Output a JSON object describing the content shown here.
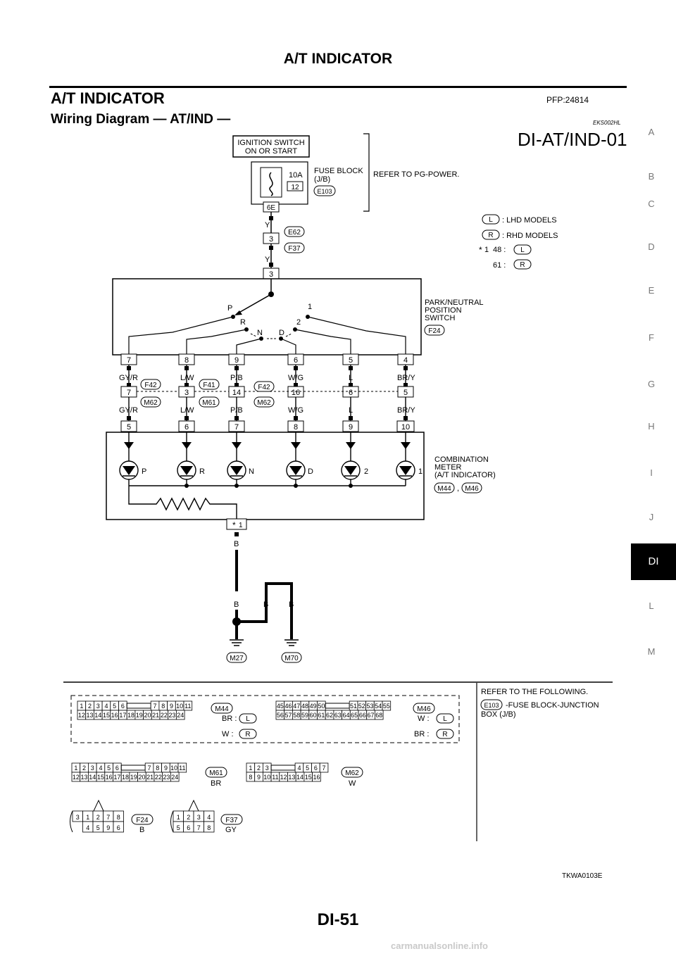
{
  "header": {
    "title": "A/T INDICATOR"
  },
  "section": {
    "title": "A/T INDICATOR",
    "pfp": "PFP:24814"
  },
  "subsection": {
    "title": "Wiring Diagram — AT/IND —",
    "code": "EKS002HL"
  },
  "diagram": {
    "id": "DI-AT/IND-01",
    "ignition": {
      "line1": "IGNITION SWITCH",
      "line2": "ON OR START"
    },
    "fuse": {
      "rating": "10A",
      "number": "12",
      "block_line1": "FUSE BLOCK",
      "block_line2": "(J/B)",
      "connector": "E103",
      "terminal": "6E",
      "refer": "REFER TO PG-POWER."
    },
    "legend": {
      "lhd_tag": "L",
      "lhd": ": LHD MODELS",
      "rhd_tag": "R",
      "rhd": ": RHD MODELS",
      "star_label": "1",
      "star_48": "48 :",
      "star_48_tag": "L",
      "star_61": "61 :",
      "star_61_tag": "R"
    },
    "upper": {
      "wire1": "Y",
      "term1": "3",
      "conn1": "E62",
      "conn2": "F37",
      "wire2": "Y",
      "term2": "3"
    },
    "pnp_switch": {
      "line1": "PARK/NEUTRAL",
      "line2": "POSITION",
      "line3": "SWITCH",
      "connector": "F24",
      "pos_p": "P",
      "pos_1": "1",
      "pos_r": "R",
      "pos_2": "2",
      "pos_n": "N",
      "pos_d": "D"
    },
    "switch_terminals": [
      "7",
      "8",
      "9",
      "6",
      "5",
      "4"
    ],
    "wires_top": [
      "GY/R",
      "L/W",
      "P/B",
      "W/G",
      "L",
      "BR/Y"
    ],
    "mid_terminals": [
      "7",
      "3",
      "14",
      "16",
      "6",
      "5"
    ],
    "mid_connectors": {
      "f42a": "F42",
      "m62a": "M62",
      "f41": "F41",
      "m61": "M61",
      "f42b": "F42",
      "m62b": "M62"
    },
    "wires_bottom": [
      "GY/R",
      "L/W",
      "P/B",
      "W/G",
      "L",
      "BR/Y"
    ],
    "meter_terminals": [
      "5",
      "6",
      "7",
      "8",
      "9",
      "10"
    ],
    "leds": [
      "P",
      "R",
      "N",
      "D",
      "2",
      "1"
    ],
    "meter": {
      "line1": "COMBINATION",
      "line2": "METER",
      "line3": "(A/T INDICATOR)",
      "conn1": "M44",
      "conn2": "M46",
      "sep": ",",
      "star_term": "1"
    },
    "ground": {
      "wire_top": "B",
      "wire_left": "B",
      "wire_mid": "B",
      "wire_right": "B",
      "gnd1": "M27",
      "gnd2": "M70"
    }
  },
  "connectors": {
    "refer": {
      "line1": "REFER TO THE FOLLOWING.",
      "conn": "E103",
      "line2": "-FUSE BLOCK-JUNCTION",
      "line3": "BOX (J/B)"
    },
    "m44": {
      "label": "M44",
      "row1": [
        "1",
        "2",
        "3",
        "4",
        "5",
        "6",
        "7",
        "8",
        "9",
        "10",
        "11"
      ],
      "row2": [
        "12",
        "13",
        "14",
        "15",
        "16",
        "17",
        "18",
        "19",
        "20",
        "21",
        "22",
        "23",
        "24"
      ],
      "br": "BR :",
      "br_tag": "L",
      "w": "W :",
      "w_tag": "R"
    },
    "m46": {
      "label": "M46",
      "row1": [
        "45",
        "46",
        "47",
        "48",
        "49",
        "50",
        "51",
        "52",
        "53",
        "54",
        "55"
      ],
      "row2": [
        "56",
        "57",
        "58",
        "59",
        "60",
        "61",
        "62",
        "63",
        "64",
        "65",
        "66",
        "67",
        "68"
      ],
      "w": "W :",
      "w_tag": "L",
      "br": "BR :",
      "br_tag": "R"
    },
    "m61": {
      "label": "M61",
      "color": "BR",
      "row1": [
        "1",
        "2",
        "3",
        "4",
        "5",
        "6",
        "7",
        "8",
        "9",
        "10",
        "11"
      ],
      "row2": [
        "12",
        "13",
        "14",
        "15",
        "16",
        "17",
        "18",
        "19",
        "20",
        "21",
        "22",
        "23",
        "24"
      ]
    },
    "m62": {
      "label": "M62",
      "color": "W",
      "row1": [
        "1",
        "2",
        "3",
        "4",
        "5",
        "6",
        "7"
      ],
      "row2": [
        "8",
        "9",
        "10",
        "11",
        "12",
        "13",
        "14",
        "15",
        "16"
      ]
    },
    "f24": {
      "label": "F24",
      "color": "B",
      "row1": [
        "3",
        "1",
        "2",
        "7",
        "8"
      ],
      "row2": [
        "4",
        "5",
        "9",
        "6"
      ]
    },
    "f37": {
      "label": "F37",
      "color": "GY",
      "row1": [
        "1",
        "2",
        "3",
        "4"
      ],
      "row2": [
        "5",
        "6",
        "7",
        "8"
      ]
    }
  },
  "side_index": [
    "A",
    "B",
    "C",
    "D",
    "E",
    "F",
    "G",
    "H",
    "I",
    "J",
    "DI",
    "L",
    "M"
  ],
  "image_code": "TKWA0103E",
  "page_number": "DI-51",
  "watermark": "carmanualsonline.info"
}
